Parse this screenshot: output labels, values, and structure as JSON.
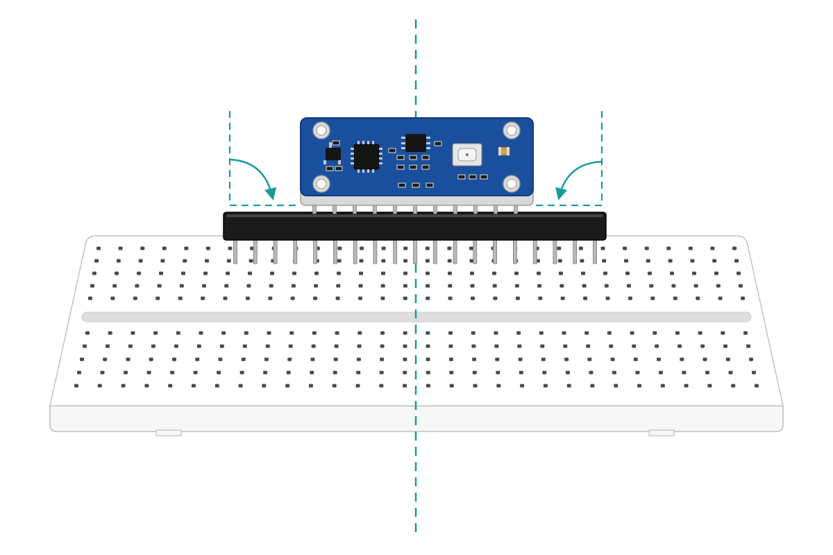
{
  "scene": {
    "subject": "sensor-breakout-board-on-pin-header-above-breadboard",
    "colors": {
      "background": "#ffffff",
      "guide": "#1a9a9a",
      "pcb": "#1a4f9e",
      "pcb_edge": "#123a78",
      "pcb_side": "#1d2f4f",
      "header": "#1b1b1b",
      "pin": "#b9b9b9",
      "breadboard": "#ffffff",
      "breadboard_edge": "#c9c9c9",
      "channel": "#dcdcdc",
      "hole": "#4a4a4a",
      "chip": "#151515",
      "sensor_can": "#e8e8e8"
    },
    "header_pin_count": 19,
    "board_pin_count": 11,
    "breadboard": {
      "hole_columns": 30,
      "upper_rows": 5,
      "lower_rows": 5
    },
    "icons": [
      "dashed-center-line",
      "dashed-bracket-left",
      "dashed-bracket-right",
      "curved-arrow-left",
      "curved-arrow-right"
    ]
  }
}
